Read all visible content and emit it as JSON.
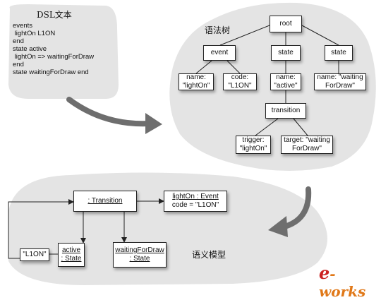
{
  "dsl": {
    "title": "DSL文本",
    "lines": [
      "events",
      " lightOn L1ON",
      "end",
      "state active",
      " lightOn => waitingForDraw",
      "end",
      "state waitingForDraw end"
    ]
  },
  "syntax_tree": {
    "title": "语法树",
    "nodes": {
      "root": "root",
      "event": "event",
      "state1": "state",
      "state2": "state",
      "name_lighton": "name:\n\"lightOn\"",
      "code_l1on": "code:\n\"L1ON\"",
      "name_active": "name:\n\"active\"",
      "name_waiting": "name: \"waiting\nForDraw\"",
      "transition": "transition",
      "trigger": "trigger:\n\"lightOn\"",
      "target": "target: \"waiting\nForDraw\""
    }
  },
  "semantic_model": {
    "title": "语义模型",
    "transition": ": Transition",
    "event_name": "lightOn : Event",
    "event_code": "code = \"L1ON\"",
    "l1on": "\"L1ON\"",
    "active_name": "active",
    "active_type": ": State",
    "waiting_name": "waitingForDraw",
    "waiting_type": ": State"
  },
  "watermark": {
    "prefix": "e",
    "suffix": "-works"
  },
  "colors": {
    "blob": "#e4e4e4",
    "arrow": "#6e6e6e",
    "logo_orange": "#e07818",
    "logo_red": "#cc2222"
  }
}
